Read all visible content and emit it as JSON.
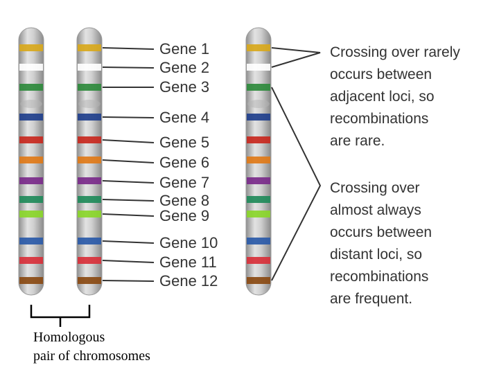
{
  "genes": [
    {
      "label": "Gene 1",
      "color": "#d8a81c"
    },
    {
      "label": "Gene 2",
      "color": "#ffffff"
    },
    {
      "label": "Gene 3",
      "color": "#2e8a3c"
    },
    {
      "label": "Gene 4",
      "color": "#1f3f8c"
    },
    {
      "label": "Gene 5",
      "color": "#c8281e"
    },
    {
      "label": "Gene 6",
      "color": "#e07a18"
    },
    {
      "label": "Gene 7",
      "color": "#7a2a8a"
    },
    {
      "label": "Gene 8",
      "color": "#1f8a5a"
    },
    {
      "label": "Gene 9",
      "color": "#8ad62a"
    },
    {
      "label": "Gene 10",
      "color": "#2a5aa8"
    },
    {
      "label": "Gene 11",
      "color": "#d8303a"
    },
    {
      "label": "Gene 12",
      "color": "#8a4a12"
    }
  ],
  "notes": {
    "adjacent": "Crossing over rarely\noccurs between\nadjacent loci, so\nrecombinations\nare rare.",
    "distant": "Crossing over\nalmost always\noccurs between\ndistant loci, so\nrecombinations\nare frequent."
  },
  "caption": {
    "line1": "Homologous",
    "line2": "pair of chromosomes"
  },
  "colors": {
    "chromosome": "#c9c9c9",
    "chromosome_shade": "#9a9a9a",
    "text": "#333333",
    "leader": "#333333"
  }
}
